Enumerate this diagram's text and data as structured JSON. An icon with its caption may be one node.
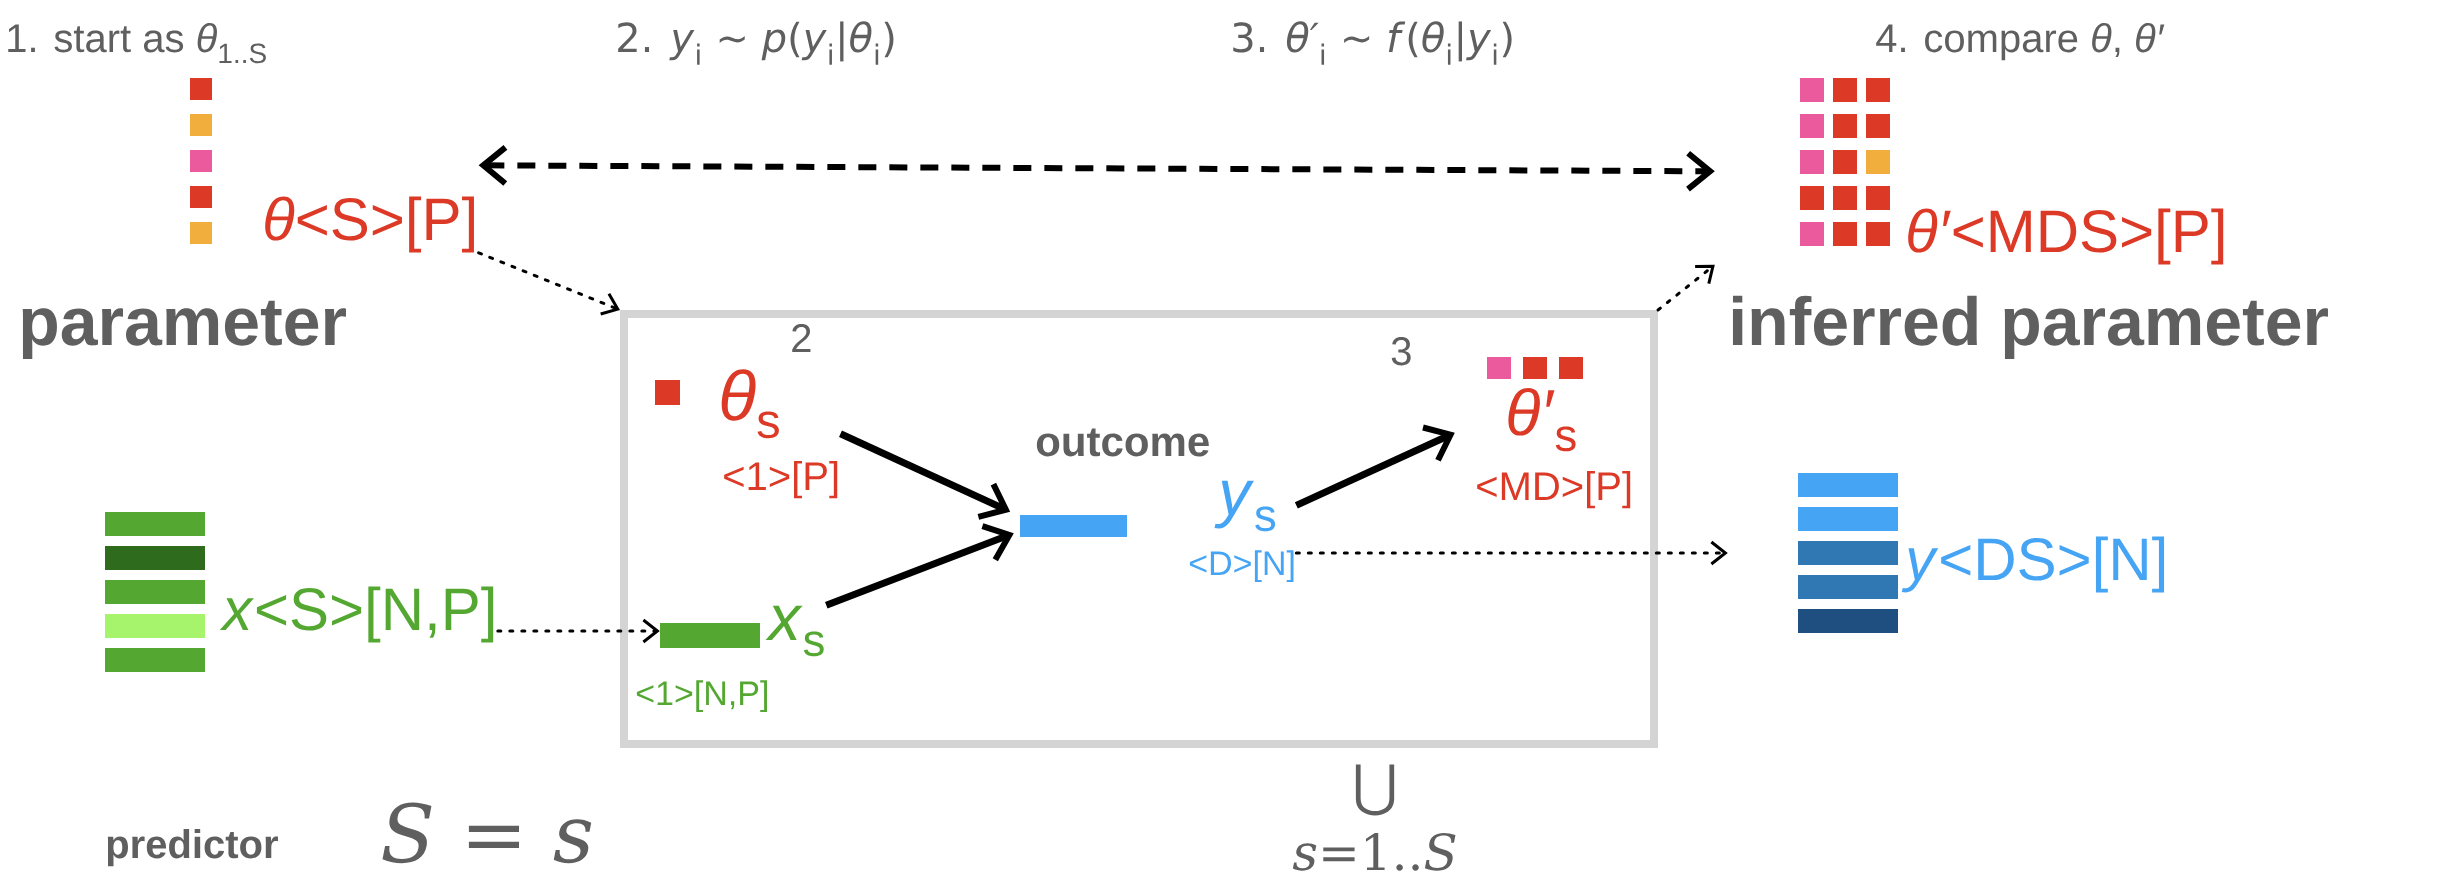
{
  "diagram": {
    "nodes": [
      {
        "text": [
          "*θ*<S>[P]",
          "parameter"
        ]
      },
      {
        "text": [
          "*θ′*<MDS>[P]",
          "inferred parameter"
        ]
      },
      {
        "text": [],
        "shape": "box"
      },
      {
        "text": [
          "*θ*$_{s}$",
          "<1>[P]"
        ],
        "in": 2
      },
      {
        "text": [
          "outcome",
          "*y*$_{s}$",
          "<D>[N]"
        ],
        "in": 2
      },
      {
        "text": [
          "*θ′*$_{s}$",
          "<MD>[P]"
        ],
        "in": 2
      },
      {
        "text": [
          "*x*$_{s}$",
          "<1>[N,P]"
        ],
        "in": 2
      },
      {
        "text": [
          "*x*<S>[N,P]",
          "predictor"
        ]
      },
      {
        "text": [
          "*y*<DS>[N]"
        ]
      }
    ],
    "edges": [
      {
        "from": 0,
        "to": 1,
        "arrow": "both",
        "style": "dashed"
      },
      {
        "from": 0,
        "to": 2,
        "arrow": "to",
        "style": "dashed"
      },
      {
        "from": 2,
        "to": 1,
        "arrow": "to",
        "style": "dashed"
      },
      {
        "from": 7,
        "to": 6,
        "arrow": "to",
        "style": "dashed"
      },
      {
        "from": 3,
        "to": 4,
        "arrow": "to",
        "style": "thick",
        "label": "2"
      },
      {
        "from": 6,
        "to": 4,
        "arrow": "to",
        "style": "thick"
      },
      {
        "from": 4,
        "to": 5,
        "arrow": "to",
        "style": "thick",
        "label": "3"
      },
      {
        "from": 4,
        "to": 8,
        "arrow": "to",
        "style": "dashed"
      }
    ],
    "labels": [
      "1. start as *θ*$_{1..S}$",
      "2. *y*$_{i}$ ∼ *p*(*y*$_{i}$|*θ*$_{i}$)",
      "3. *θ′*$_{i}$ ∼ *f*(*θ*$_{i}$|*y*$_{i}$)",
      "4. compare *θ*, *θ′*",
      "*S* = *s*",
      "⋃",
      "*s*=1..*S*"
    ]
  }
}
